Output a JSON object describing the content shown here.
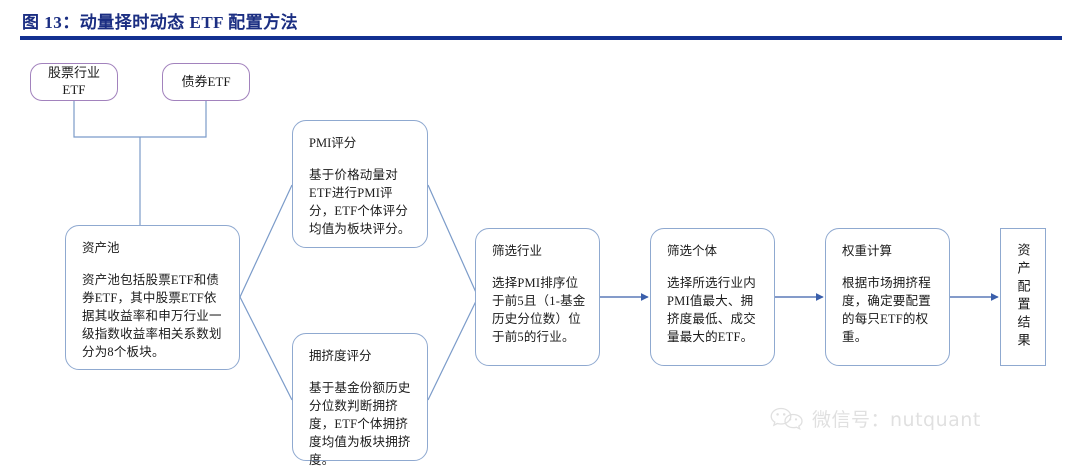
{
  "figure": {
    "title": "图 13：动量择时动态 ETF 配置方法",
    "rule_color": "#123091",
    "title_color": "#1b2e82"
  },
  "colors": {
    "box_border_blue": "#8fa9d0",
    "box_border_purple": "#a282bd",
    "connector": "#7b9bc9",
    "arrow": "#3a5fab",
    "text": "#1a1a1a"
  },
  "nodes": {
    "equity_etf": {
      "label": "股票行业\nETF",
      "style": "purple"
    },
    "bond_etf": {
      "label": "债券ETF",
      "style": "purple"
    },
    "asset_pool": {
      "title": "资产池",
      "body": "资产池包括股票ETF和债券ETF，其中股票ETF依据其收益率和申万行业一级指数收益率相关系数划分为8个板块。"
    },
    "pmi_score": {
      "title": "PMI评分",
      "body": "基于价格动量对ETF进行PMI评分，ETF个体评分均值为板块评分。"
    },
    "crowding_score": {
      "title": "拥挤度评分",
      "body": "基于基金份额历史分位数判断拥挤度，ETF个体拥挤度均值为板块拥挤度。"
    },
    "screen_industry": {
      "title": "筛选行业",
      "body": "选择PMI排序位于前5且（1-基金历史分位数）位于前5的行业。"
    },
    "screen_individual": {
      "title": "筛选个体",
      "body": "选择所选行业内PMI值最大、拥挤度最低、成交量最大的ETF。"
    },
    "weight_calc": {
      "title": "权重计算",
      "body": "根据市场拥挤程度，确定要配置的每只ETF的权重。"
    },
    "result": {
      "title": "资产配置结果"
    }
  },
  "watermark": {
    "text": "微信号：nutquant",
    "icon": "wechat-icon"
  }
}
